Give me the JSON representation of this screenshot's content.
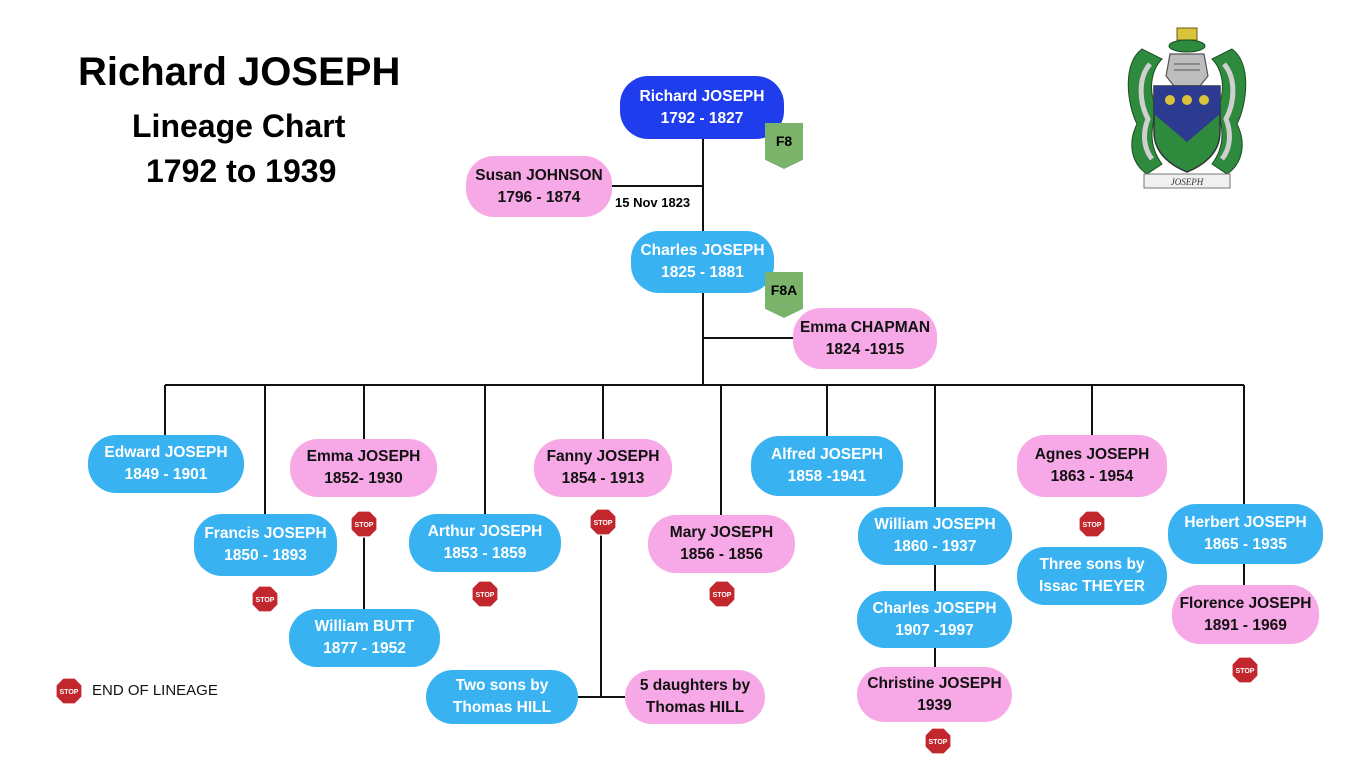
{
  "title": {
    "name": "Richard JOSEPH",
    "subtitle": "Lineage Chart",
    "years": "1792 to 1939"
  },
  "crest": {
    "banner_text": "JOSEPH"
  },
  "marriage_date": "15 Nov 1823",
  "tags": {
    "f8": "F8",
    "f8a": "F8A"
  },
  "legend": {
    "label": "END OF LINEAGE",
    "stop_text": "STOP"
  },
  "colors": {
    "male": "#39b2f2",
    "female": "#f7a8e6",
    "root": "#1f3ded",
    "tag": "#7bb36b",
    "stop": "#c1272d"
  },
  "people": {
    "richard": {
      "name": "Richard JOSEPH",
      "years": "1792 - 1827"
    },
    "susan": {
      "name": "Susan JOHNSON",
      "years": "1796 - 1874"
    },
    "charles": {
      "name": "Charles JOSEPH",
      "years": "1825 - 1881"
    },
    "emma_c": {
      "name": "Emma CHAPMAN",
      "years": "1824 -1915"
    },
    "edward": {
      "name": "Edward JOSEPH",
      "years": "1849 - 1901"
    },
    "francis": {
      "name": "Francis JOSEPH",
      "years": "1850 - 1893"
    },
    "emma_j": {
      "name": "Emma JOSEPH",
      "years": "1852- 1930"
    },
    "william_b": {
      "name": "William BUTT",
      "years": "1877 - 1952"
    },
    "arthur": {
      "name": "Arthur JOSEPH",
      "years": "1853 - 1859"
    },
    "fanny": {
      "name": "Fanny JOSEPH",
      "years": "1854 - 1913"
    },
    "two_sons": {
      "name": "Two sons by",
      "years": "Thomas HILL"
    },
    "five_dau": {
      "name": "5 daughters by",
      "years": "Thomas HILL"
    },
    "mary": {
      "name": "Mary JOSEPH",
      "years": "1856 - 1856"
    },
    "alfred": {
      "name": "Alfred JOSEPH",
      "years": "1858 -1941"
    },
    "william_j": {
      "name": "William JOSEPH",
      "years": "1860 - 1937"
    },
    "charles2": {
      "name": "Charles JOSEPH",
      "years": "1907 -1997"
    },
    "christine": {
      "name": "Christine JOSEPH",
      "years": "1939"
    },
    "agnes": {
      "name": "Agnes JOSEPH",
      "years": "1863 - 1954"
    },
    "three_sons": {
      "name": "Three sons by",
      "years": "Issac THEYER"
    },
    "herbert": {
      "name": "Herbert JOSEPH",
      "years": "1865 - 1935"
    },
    "florence": {
      "name": "Florence JOSEPH",
      "years": "1891 - 1969"
    }
  }
}
